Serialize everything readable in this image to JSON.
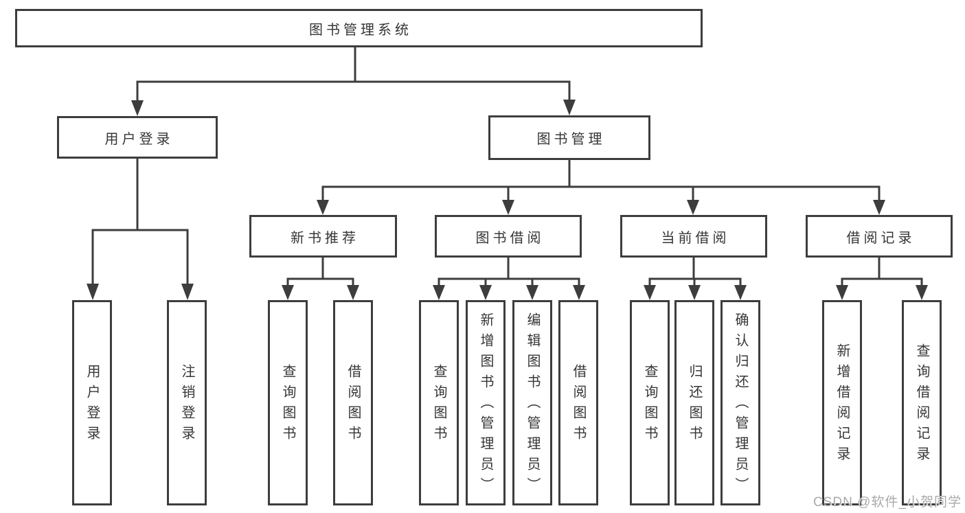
{
  "tree": {
    "root": {
      "label": "图书管理系统"
    },
    "branches": [
      {
        "label": "用户登录",
        "children": [
          {
            "label": "用户登录"
          },
          {
            "label": "注销登录"
          }
        ]
      },
      {
        "label": "图书管理",
        "children": [
          {
            "label": "新书推荐",
            "children": [
              {
                "label": "查询图书"
              },
              {
                "label": "借阅图书"
              }
            ]
          },
          {
            "label": "图书借阅",
            "children": [
              {
                "label": "查询图书"
              },
              {
                "label": "新增图书（管理员）"
              },
              {
                "label": "编辑图书（管理员）"
              },
              {
                "label": "借阅图书"
              }
            ]
          },
          {
            "label": "当前借阅",
            "children": [
              {
                "label": "查询图书"
              },
              {
                "label": "归还图书"
              },
              {
                "label": "确认归还（管理员）"
              }
            ]
          },
          {
            "label": "借阅记录",
            "children": [
              {
                "label": "新增借阅记录"
              },
              {
                "label": "查询借阅记录"
              }
            ]
          }
        ]
      }
    ]
  },
  "watermark": "CSDN @软件_小贺同学",
  "colors": {
    "line": "#3d3d3d",
    "border": "#3d3d3d",
    "text": "#363636",
    "watermark": "#a9a9a9",
    "background": "#ffffff"
  }
}
